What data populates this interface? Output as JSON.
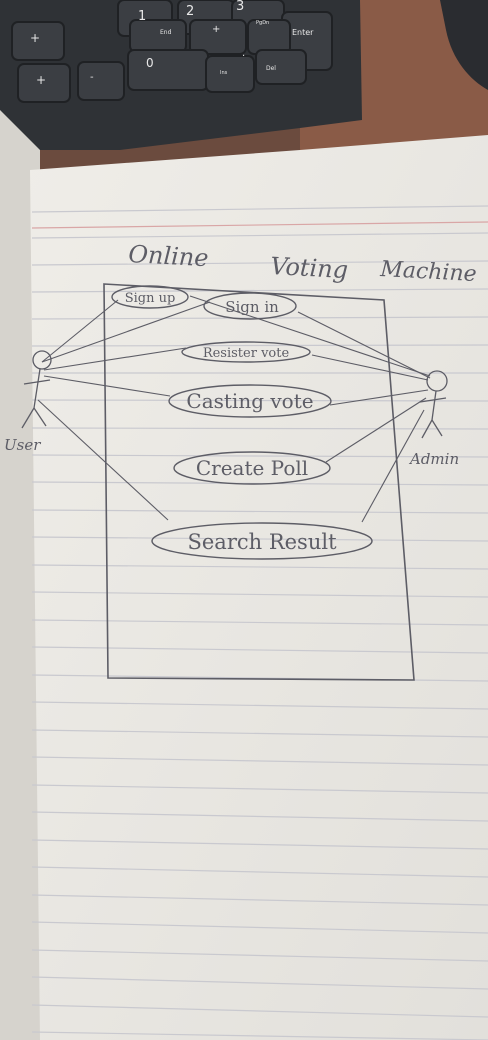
{
  "keyboard": {
    "keys": [
      "1",
      "2",
      "3",
      "End",
      "PgDn",
      "Enter",
      "0",
      "Ins",
      "Del",
      "+",
      "+",
      "-",
      "+",
      "."
    ]
  },
  "diagram": {
    "title_words": [
      "Online",
      "Voting",
      "Machine"
    ],
    "actors": {
      "user": "User",
      "admin": "Admin"
    },
    "use_cases": {
      "sign_up": "Sign up",
      "sign_in": "Sign in",
      "register_vote": "Resister vote",
      "casting_vote": "Casting vote",
      "create_poll": "Create Poll",
      "search_result": "Search Result"
    }
  },
  "colors": {
    "paper": "#ebe9e4",
    "ruled_line": "#c9c9cf",
    "margin_line": "#d9a6a6",
    "pencil": "#5d5d66",
    "keyboard": "#2f3236",
    "desk": "#6b4b3e"
  }
}
